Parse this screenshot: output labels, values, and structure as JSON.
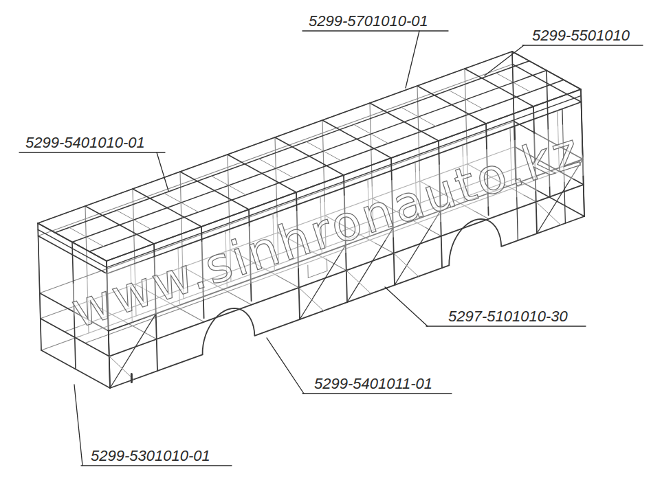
{
  "diagram": {
    "labels": [
      "5299-5701010-01",
      "5299-5501010",
      "5299-5401010-01",
      "5297-5101010-30",
      "5299-5401011-01",
      "5299-5301010-01",
      "www.sinhronauto.kz"
    ]
  }
}
